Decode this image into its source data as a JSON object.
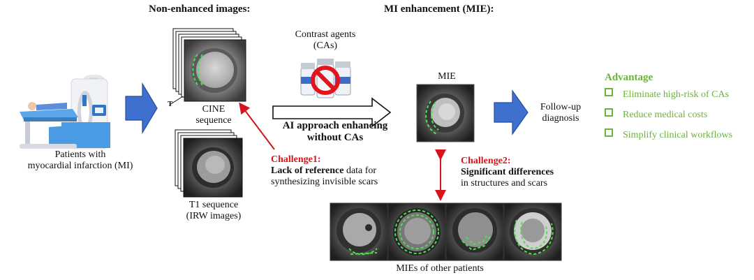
{
  "headers": {
    "non_enhanced": "Non-enhanced images:",
    "mi_enhancement": "MI enhancement (MIE):"
  },
  "patient": {
    "caption_line1": "Patients with",
    "caption_line2": "myocardial infarction (MI)"
  },
  "sequences": {
    "t_label": "T",
    "cine_line1": "CINE",
    "cine_line2": "sequence",
    "t1_line1": "T1 sequence",
    "t1_line2": "(IRW images)"
  },
  "contrast": {
    "line1": "Contrast agents",
    "line2": "(CAs)"
  },
  "ai_approach": {
    "line1": "AI approach enhancing",
    "line2": "without CAs"
  },
  "challenge1": {
    "title": "Challenge1:",
    "bold_part": "Lack of reference",
    "rest_line1": " data for",
    "line2": "synthesizing invisible scars"
  },
  "mie": {
    "label": "MIE"
  },
  "challenge2": {
    "title": "Challenge2:",
    "line1": "Significant differences",
    "line2": "in structures and scars"
  },
  "followup": {
    "line1": "Follow-up",
    "line2": "diagnosis"
  },
  "other_patients": {
    "caption": "MIEs of other patients"
  },
  "advantage": {
    "title": "Advantage",
    "items": [
      "Eliminate high-risk of CAs",
      "Reduce medical costs",
      "Simplify clinical workflows"
    ]
  },
  "colors": {
    "accent_red": "#d7141c",
    "advantage_green": "#6bb33b",
    "arrow_blue": "#3f6fcf",
    "scar_outline_green": "#4ee04e"
  }
}
